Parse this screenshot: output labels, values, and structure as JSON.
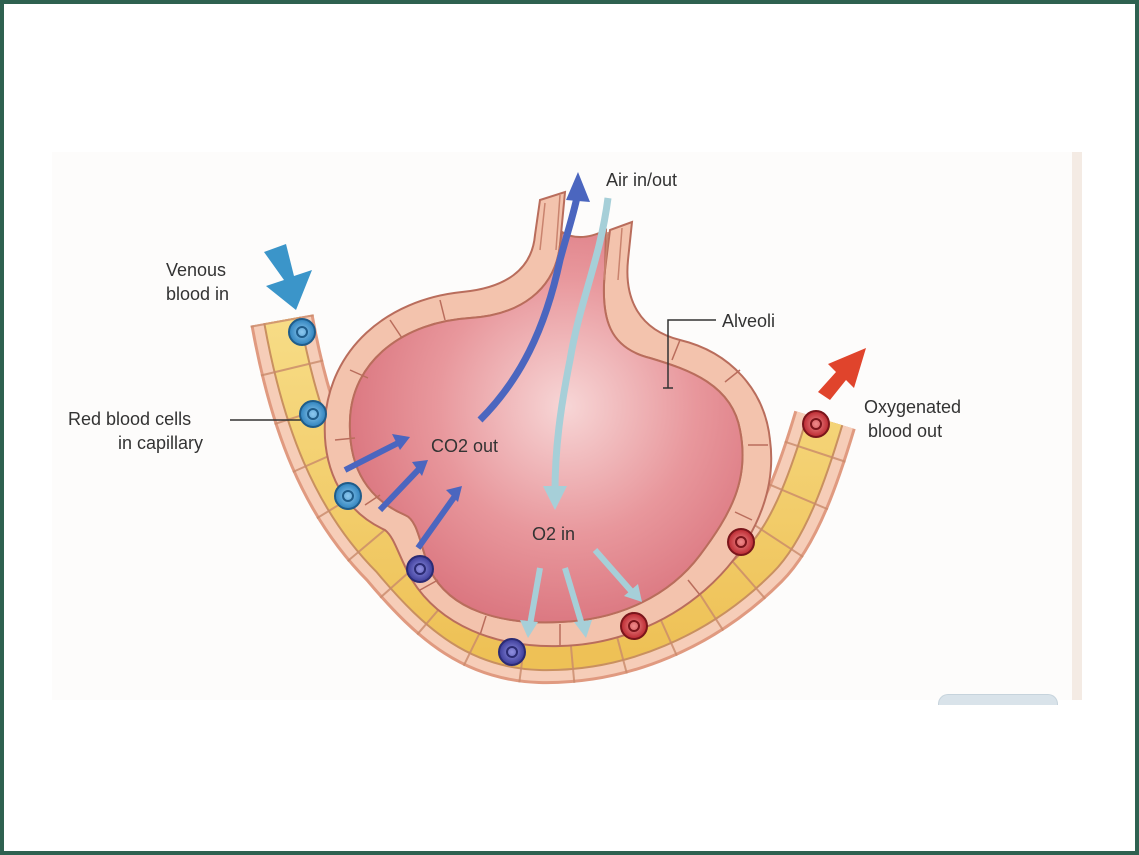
{
  "diagram": {
    "labels": {
      "air": "Air in/out",
      "venous_line1": "Venous",
      "venous_line2": "blood in",
      "alveoli": "Alveoli",
      "rbc_line1": "Red blood cells",
      "rbc_line2": "in capillary",
      "co2": "CO2 out",
      "o2": "O2 in",
      "oxy_line1": "Oxygenated",
      "oxy_line2": "blood out"
    },
    "icons": [
      "blue-inflow-arrow",
      "red-outflow-arrow",
      "co2-arrow",
      "o2-arrow"
    ],
    "colors": {
      "frame": "#2e6150",
      "alveolus": "#e2868e",
      "alveolus_wall": "#f3c8b2",
      "capillary": "#f2cf6a",
      "venous_cell": "#3d8fcb",
      "deoxy_cell": "#4a4aa8",
      "oxy_cell": "#c8333b",
      "co2_arrow": "#4b66bf",
      "o2_arrow": "#a6cfd8",
      "inflow_arrow": "#3b95c9",
      "outflow_arrow": "#e0442c"
    }
  }
}
